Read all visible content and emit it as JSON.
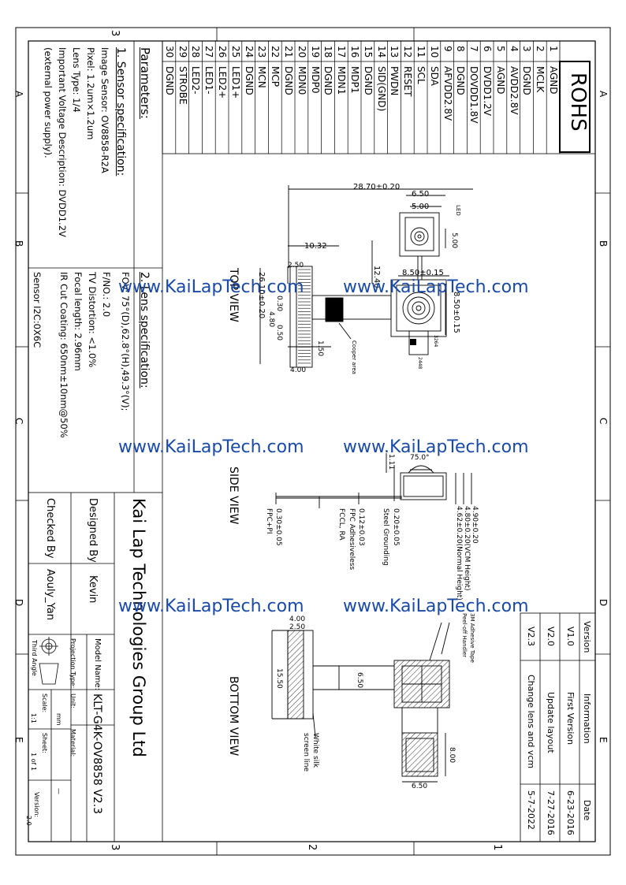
{
  "header": {
    "rohs": "ROHS"
  },
  "pins": [
    {
      "no": "1",
      "name": "AGND"
    },
    {
      "no": "2",
      "name": "MCLK"
    },
    {
      "no": "3",
      "name": "DGND"
    },
    {
      "no": "4",
      "name": "AVDD2.8V"
    },
    {
      "no": "5",
      "name": "AGND"
    },
    {
      "no": "6",
      "name": "DVDD1.2V"
    },
    {
      "no": "7",
      "name": "DOVDD1.8V"
    },
    {
      "no": "8",
      "name": "DGND"
    },
    {
      "no": "9",
      "name": "AFVDD2.8V"
    },
    {
      "no": "10",
      "name": "SDA"
    },
    {
      "no": "11",
      "name": "SCL"
    },
    {
      "no": "12",
      "name": "RESET"
    },
    {
      "no": "13",
      "name": "PWDN"
    },
    {
      "no": "14",
      "name": "SID(GND)"
    },
    {
      "no": "15",
      "name": "DGND"
    },
    {
      "no": "16",
      "name": "MDP1"
    },
    {
      "no": "17",
      "name": "MDN1"
    },
    {
      "no": "18",
      "name": "DGND"
    },
    {
      "no": "19",
      "name": "MDP0"
    },
    {
      "no": "20",
      "name": "MDN0"
    },
    {
      "no": "21",
      "name": "DGND"
    },
    {
      "no": "22",
      "name": "MCP"
    },
    {
      "no": "23",
      "name": "MCN"
    },
    {
      "no": "24",
      "name": "DGND"
    },
    {
      "no": "25",
      "name": "LED1+"
    },
    {
      "no": "26",
      "name": "LED2+"
    },
    {
      "no": "27",
      "name": "LED1-"
    },
    {
      "no": "28",
      "name": "LED2-"
    },
    {
      "no": "29",
      "name": "STROBE"
    },
    {
      "no": "30",
      "name": "DGND"
    }
  ],
  "parameters": {
    "title": "Parameters:",
    "sensor_heading": "1. Sensor specification:",
    "sensor_lines": [
      "Image Sensor: OV8858-R2A",
      "Pixel: 1.2um×1.2um",
      "Lens Type: 1/4",
      "Important Voltage Description: DVDD1.2V",
      "(external power supply).",
      "Sensor I2C:0X6C"
    ],
    "lens_heading": "2. Lens specification:",
    "lens_lines": [
      "FOV: 75°(D),62.8°(H),49.3°(V);",
      "F/NO.: 2.0",
      "TV Distortion: <1.0%",
      "Focal length: 2.96mm",
      "IR Cut Coating: 650nm±10nm@50%"
    ]
  },
  "title_block": {
    "company": "Kai Lap Technologies Group Ltd",
    "designed_by_label": "Designed By",
    "designed_by": "Kevin",
    "checked_by_label": "Checked By",
    "checked_by": "Aouly_Yan",
    "model_label": "Model Name:",
    "model": "KLT-G4K-OV8858 V2.3",
    "projection_label": "Projection Type:",
    "third_angle": "Third Angle",
    "unit_label": "Unit:",
    "unit": "mm",
    "material_label": "Material:",
    "material": "—",
    "scale_label": "Scale:",
    "scale": "1:1",
    "sheet_label": "Sheet:",
    "sheet": "1 of 1",
    "version_label": "Version:",
    "version": "2.0"
  },
  "revisions": {
    "headers": [
      "Version",
      "Information",
      "Date"
    ],
    "rows": [
      {
        "version": "V1.0",
        "info": "First Version",
        "date": "6-23-2016"
      },
      {
        "version": "V2.0",
        "info": "Update layout",
        "date": "7-27-2016"
      },
      {
        "version": "V2.3",
        "info": "Change lens and vcm",
        "date": "5-7-2022"
      }
    ]
  },
  "views": {
    "top": "TOP VIEW",
    "side": "SIDE VIEW",
    "bottom": "BOTTOM VIEW"
  },
  "dims": {
    "d2870": "28.70±0.20",
    "d650a": "6.50",
    "d500a": "5.00",
    "d500b": "5.00",
    "led": "LED",
    "d1032": "10.32",
    "d1240": "12.40",
    "d850a": "8.50±0.15",
    "d850b": "8.50±0.15",
    "d2610": "26.10±0.20",
    "d250": "2.50",
    "d030": "0.30",
    "d480": "4.80",
    "d050": "0.50",
    "d150": "1.50",
    "d400a": "4.00",
    "copper": "Cooper area",
    "d111": "1.11",
    "d75": "75.0°",
    "d490": "4.90±0.20",
    "d480vcm": "4.80±0.20(VCM Height)",
    "d462": "4.62±0.20(Normal Height)",
    "d020": "0.20±0.05",
    "steel": "Steel Grounding",
    "d012": "0.12±0.03",
    "fpc_adh": "FPC Adhesiveless",
    "fccl": "FCCL, RA",
    "d030b": "0.30±0.05",
    "fpcpi": "FPC+PI",
    "tape": "3M Adhesive Tape",
    "peel": "Peel-off Handler",
    "d400b": "4.00",
    "d250b": "2.50",
    "d1550": "15.50",
    "d650b": "6.50",
    "d800": "8.00",
    "d650c": "6.50",
    "silk": "White silk",
    "silk2": "screen line",
    "sm1": "3264",
    "sm2": "2448"
  },
  "watermark": "www.KaiLapTech.com",
  "grid": {
    "letters": [
      "A",
      "B",
      "C",
      "D",
      "E"
    ],
    "numbers": [
      "3",
      "2",
      "1"
    ]
  }
}
